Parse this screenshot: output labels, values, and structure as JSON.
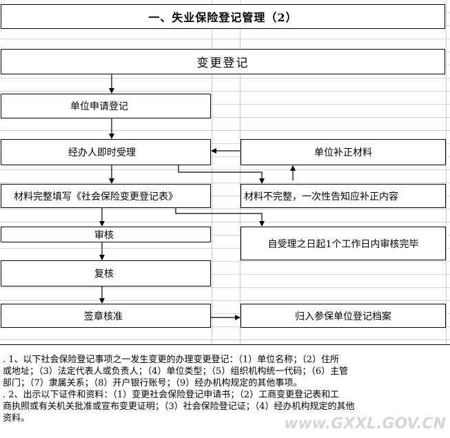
{
  "title": "一、失业保险登记管理（2）",
  "subtitle": "变更登记",
  "nodes": {
    "apply": "单位申请登记",
    "accept": "经办人即时受理",
    "fill_form": "材料完整填写《社会保险变更登记表》",
    "supplement": "单位补正材料",
    "incomplete": "材料不完整，一次性告知应补正内容",
    "review": "审核",
    "deadline": "自受理之日起1个工作日内审核完毕",
    "recheck": "复核",
    "approve": "签章核准",
    "archive": "归入参保单位登记档案"
  },
  "notes": {
    "line1": ".    1、以下社会保险登记事项之一发生变更的办理变更登记：（1）单位名称；（2）住所",
    "line2": "或地址；（3）法定代表人或负责人；（4）单位类型；（5）组织机构统一代码；（6）主管",
    "line3": "部门；（7）隶属关系；（8）开户银行账号；（9）经办机构规定的其他事项。",
    "line4": ".    2、出示以下证件和资料：（1）变更社会保险登记申请书；（2）工商变更登记表和工",
    "line5": "商执照或有关机关批准或宣布变更证明；（3）社会保险登记证；（4）经办机构规定的其他",
    "line6": "资料。"
  },
  "watermark": "www.GXXL.GOV.CN",
  "colors": {
    "line": "#000000",
    "grid": "#d4d4d4"
  }
}
